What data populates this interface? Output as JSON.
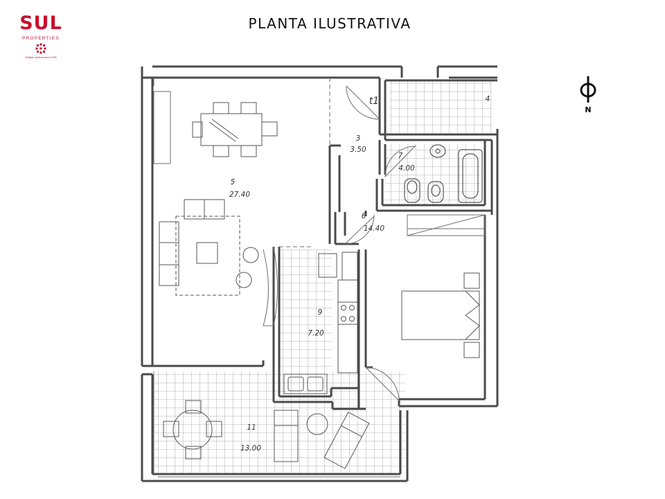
{
  "brand": {
    "logo_word": "SUL",
    "logo_sub": "PROPERTIES",
    "logo_tag": "Reliable solutions since 2006",
    "color": "#c8102e"
  },
  "title": "PLANTA ILUSTRATIVA",
  "compass": {
    "icon": "north-arrow-icon",
    "label": "N"
  },
  "rooms": {
    "r3": {
      "number": "3",
      "area": "3.50"
    },
    "r4": {
      "number": "4"
    },
    "r5": {
      "number": "5",
      "area": "27.40"
    },
    "r6": {
      "number": "6",
      "area": "14.40"
    },
    "r7": {
      "number": "7",
      "area": "4.00"
    },
    "r9": {
      "number": "9",
      "area": "7.20"
    },
    "r11": {
      "number": "11",
      "area": "13.00"
    },
    "t1": {
      "label": "t1"
    }
  },
  "colors": {
    "wall": "#4a4a4a",
    "line": "#6e6e6e",
    "light": "#9a9a9a"
  }
}
